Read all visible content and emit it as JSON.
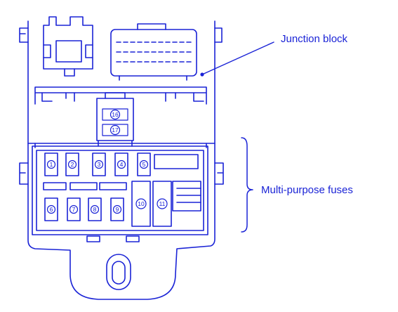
{
  "colors": {
    "ink": "#1a23d6",
    "background": "#ffffff"
  },
  "labels": {
    "junction_block": "Junction block",
    "multi_purpose_fuses": "Multi-purpose fuses"
  },
  "fuses": {
    "top_row": [
      "1",
      "2",
      "3",
      "4",
      "5"
    ],
    "bottom_row": [
      "6",
      "7",
      "8",
      "9"
    ],
    "large": [
      "10",
      "11"
    ],
    "upper_stack": [
      "16",
      "17"
    ]
  }
}
